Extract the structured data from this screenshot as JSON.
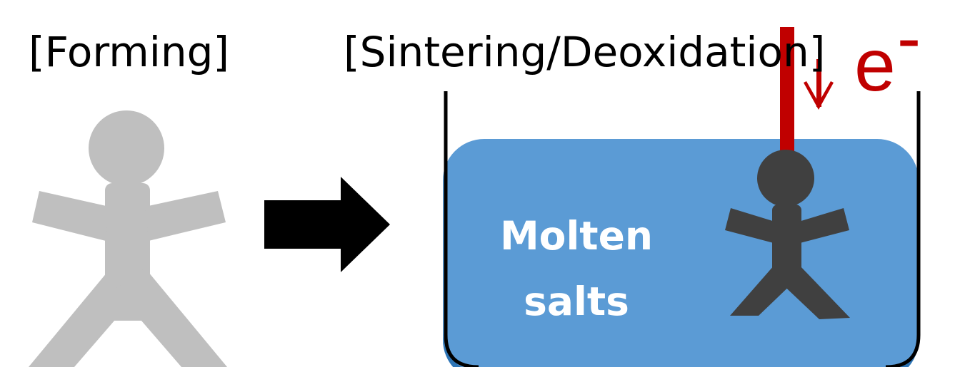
{
  "labels": {
    "forming": "[Forming]",
    "sintering": "[Sintering/Deoxidation]",
    "electron_base": "e",
    "electron_charge": "-",
    "molten_salts": [
      "Molten",
      "salts"
    ]
  },
  "icons": {
    "formed_body": "person-figure-gray-icon",
    "process_arrow": "right-arrow-icon",
    "current_arrow": "down-arrow-icon",
    "sintered_body": "person-figure-dark-icon"
  },
  "colors": {
    "formed_figure": "#bfbfbf",
    "sintered_figure": "#404040",
    "molten_salt": "#5b9bd5",
    "salt_base": "#2e75b6",
    "electrode_and_electron": "#c00000",
    "arrow": "#000000",
    "salt_text": "#ffffff"
  }
}
